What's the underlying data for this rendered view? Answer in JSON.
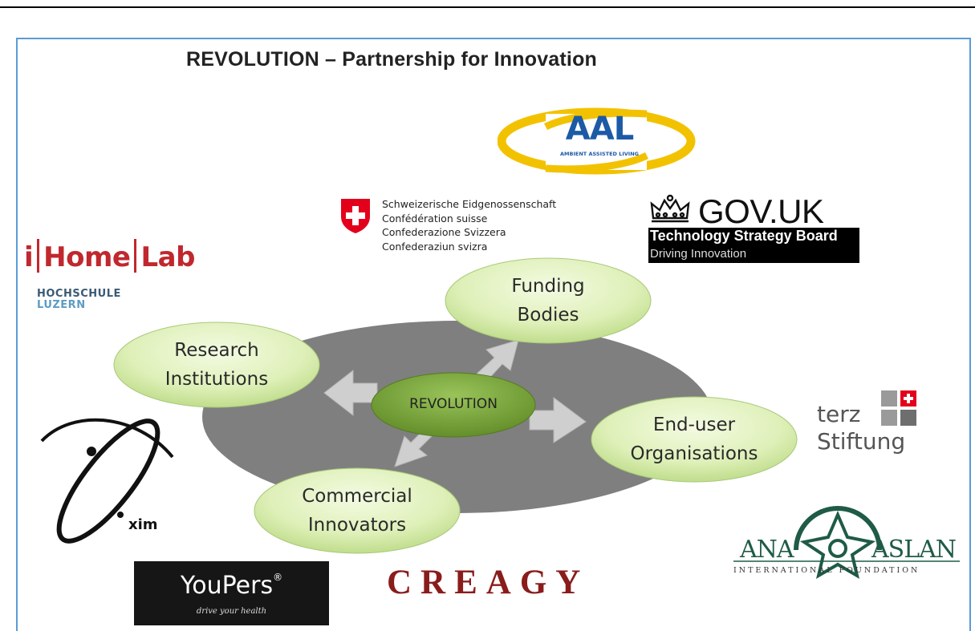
{
  "title": "REVOLUTION – Partnership for Innovation",
  "diagram": {
    "center": "REVOLUTION",
    "nodes": {
      "funding": {
        "line1": "Funding",
        "line2": "Bodies"
      },
      "research": {
        "line1": "Research",
        "line2": "Institutions"
      },
      "enduser": {
        "line1": "End-user",
        "line2": "Organisations"
      },
      "commercial": {
        "line1": "Commercial",
        "line2": "Innovators"
      }
    }
  },
  "logos": {
    "aal": {
      "name": "AAL",
      "tagline": "AMBIENT ASSISTED LIVING"
    },
    "swiss": {
      "lines": [
        "Schweizerische Eidgenossenschaft",
        "Confédération suisse",
        "Confederazione Svizzera",
        "Confederaziun svizra"
      ]
    },
    "govuk": {
      "name": "GOV.UK",
      "board": "Technology Strategy Board",
      "tagline": "Driving Innovation"
    },
    "ihomelab": {
      "part1": "i",
      "part2": "Home",
      "part3": "Lab",
      "school1": "HOCHSCHULE",
      "school2": "LUZERN"
    },
    "terz": {
      "line1": "terz",
      "line2": "Stiftung"
    },
    "ana_aslan": {
      "left": "ANA",
      "right": "ASLAN",
      "sub": "INTERNATIONAL    FOUNDATION"
    },
    "xim": {
      "name": "xim"
    },
    "youpers": {
      "name": "YouPers",
      "mark": "®",
      "tagline": "drive your health"
    },
    "creagy": {
      "name": "CREAGY"
    }
  },
  "colors": {
    "frame_border": "#5b9bd5",
    "node_fill": "#d9edb0",
    "center_fill": "#7aa33b",
    "platter": "#7f7f7f",
    "arrow": "#cfcfcf",
    "aal_ring": "#f2c200",
    "aal_text": "#1c5aa6",
    "ihomelab_red": "#c0282e",
    "swiss_red": "#e3001b",
    "creagy_red": "#8a1c1c",
    "ana_green": "#1f5b46"
  }
}
